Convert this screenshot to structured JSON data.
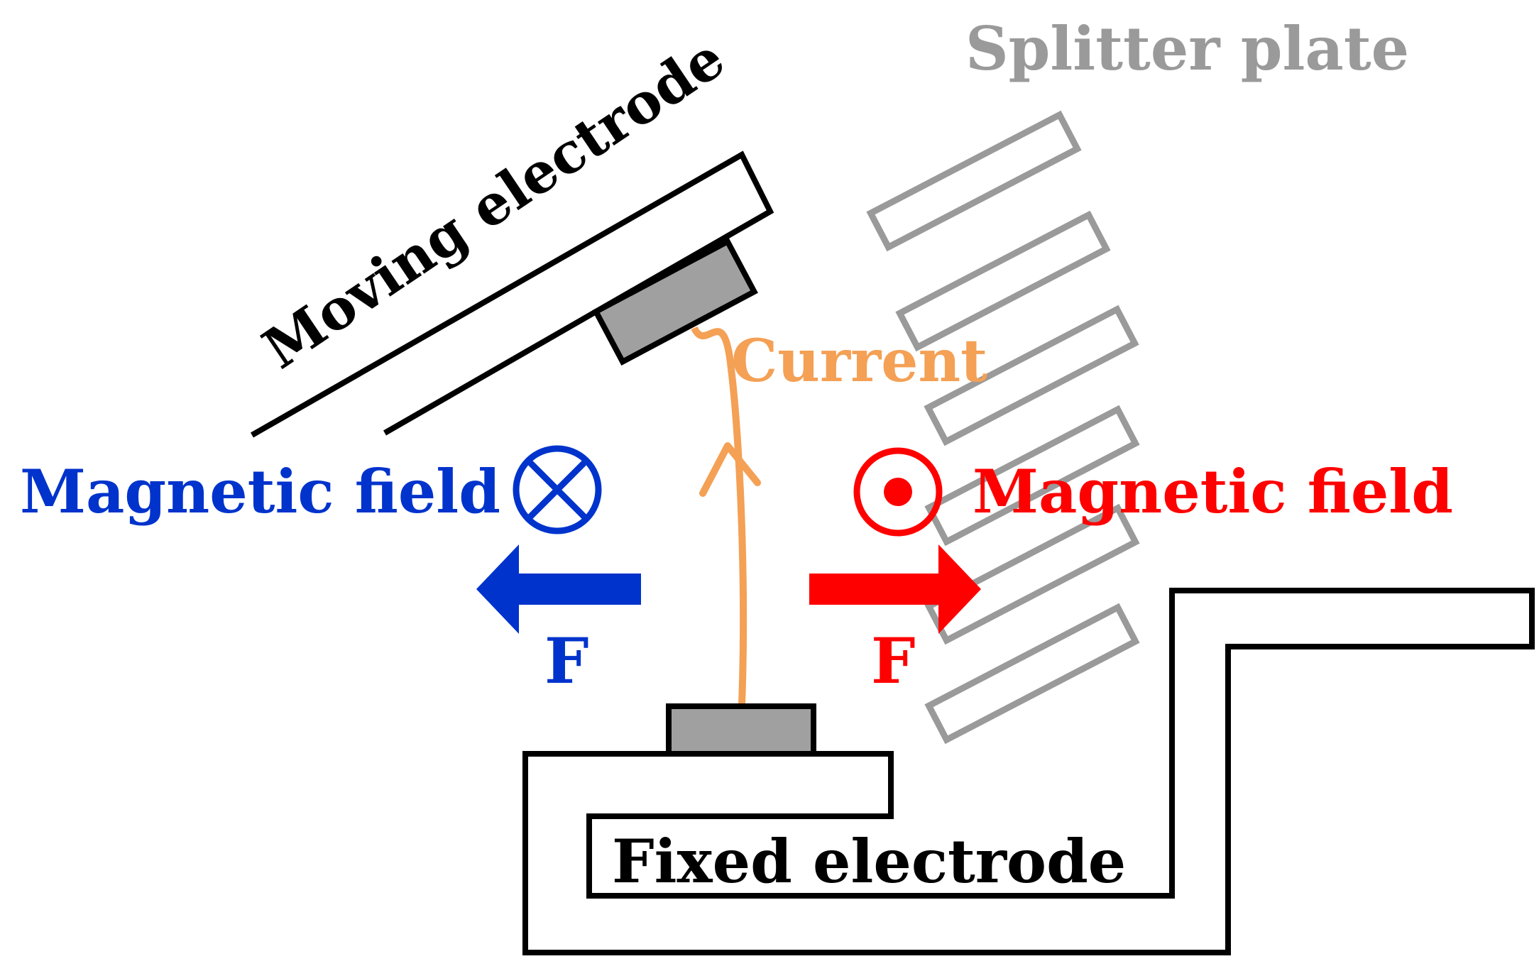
{
  "labels": {
    "splitter_plate": "Splitter plate",
    "moving_electrode": "Moving electrode",
    "current": "Current",
    "magnetic_field_left": "Magnetic field",
    "magnetic_field_right": "Magnetic field",
    "force_left": "F",
    "force_right": "F",
    "fixed_electrode": "Fixed electrode"
  },
  "colors": {
    "outline": "#000000",
    "splitter": "#9a9a9a",
    "contact_fill": "#a0a0a0",
    "current": "#f4a055",
    "field_in": "#0033cc",
    "field_out": "#ff0000"
  },
  "icons": {
    "field_into_page": "circle-cross-icon",
    "field_out_of_page": "circle-dot-icon"
  }
}
